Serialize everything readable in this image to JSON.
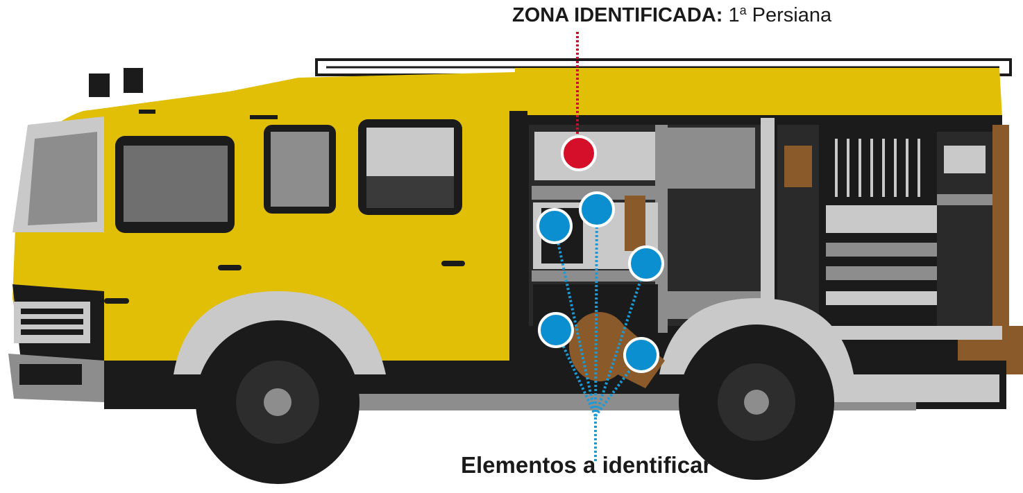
{
  "header": {
    "zone_label": "ZONA IDENTIFICADA:",
    "zone_value_prefix": "1",
    "zone_value_sup": "a",
    "zone_value_suffix": " Persiana"
  },
  "footer": {
    "elements_label": "Elementos a identificar"
  },
  "colors": {
    "truck_body": "#e1bf07",
    "dark": "#1b1b1b",
    "grey": "#8d8d8d",
    "light_grey": "#c9c9c9",
    "rust": "#8a5a2b",
    "red_marker": "#d50f2a",
    "blue_marker": "#0b8fd0",
    "leader_red": "#c8102e",
    "leader_blue": "#1b9ad6"
  },
  "markers": {
    "zone": {
      "name": "zona-1-persiana",
      "color": "red"
    },
    "elements": [
      {
        "name": "elemento-1",
        "color": "blue"
      },
      {
        "name": "elemento-2",
        "color": "blue"
      },
      {
        "name": "elemento-3",
        "color": "blue"
      },
      {
        "name": "elemento-4",
        "color": "blue"
      },
      {
        "name": "elemento-5",
        "color": "blue"
      }
    ]
  }
}
